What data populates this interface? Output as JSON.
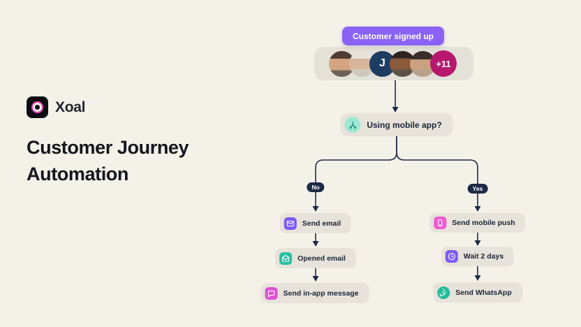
{
  "colors": {
    "background": "#f4f1e9",
    "node_background": "#e7e3da",
    "connector": "#1d2a47",
    "trigger_background": "#8a63f6",
    "badge_background": "#1d2a47",
    "overflow_bubble": "#b5186d",
    "initial_bubble": "#1d3d63"
  },
  "brand": {
    "name": "Xoal",
    "logo_icon": "xoal-logo-icon"
  },
  "heading": "Customer Journey Automation",
  "flow": {
    "trigger": {
      "label": "Customer signed up"
    },
    "audience": {
      "initial": "J",
      "overflow_count": "+11"
    },
    "condition": {
      "label": "Using mobile app?",
      "icon": "branch-split-icon",
      "icon_bg": "#9fe7d2"
    },
    "branches": {
      "no": "No",
      "yes": "Yes"
    },
    "no_steps": [
      {
        "label": "Send email",
        "icon": "email-icon",
        "icon_bg": "#7a5cf5"
      },
      {
        "label": "Opened email",
        "icon": "email-open-icon",
        "icon_bg": "#28bfa2"
      },
      {
        "label": "Send in-app message",
        "icon": "chat-bubble-icon",
        "icon_bg": "#e052d4"
      }
    ],
    "yes_steps": [
      {
        "label": "Send mobile push",
        "icon": "mobile-phone-icon",
        "icon_bg": "#ef5ad2"
      },
      {
        "label": "Wait 2 days",
        "icon": "clock-icon",
        "icon_bg": "#7a5cf5"
      },
      {
        "label": "Send WhatsApp",
        "icon": "whatsapp-icon",
        "icon_bg": "#21ba9c"
      }
    ]
  }
}
